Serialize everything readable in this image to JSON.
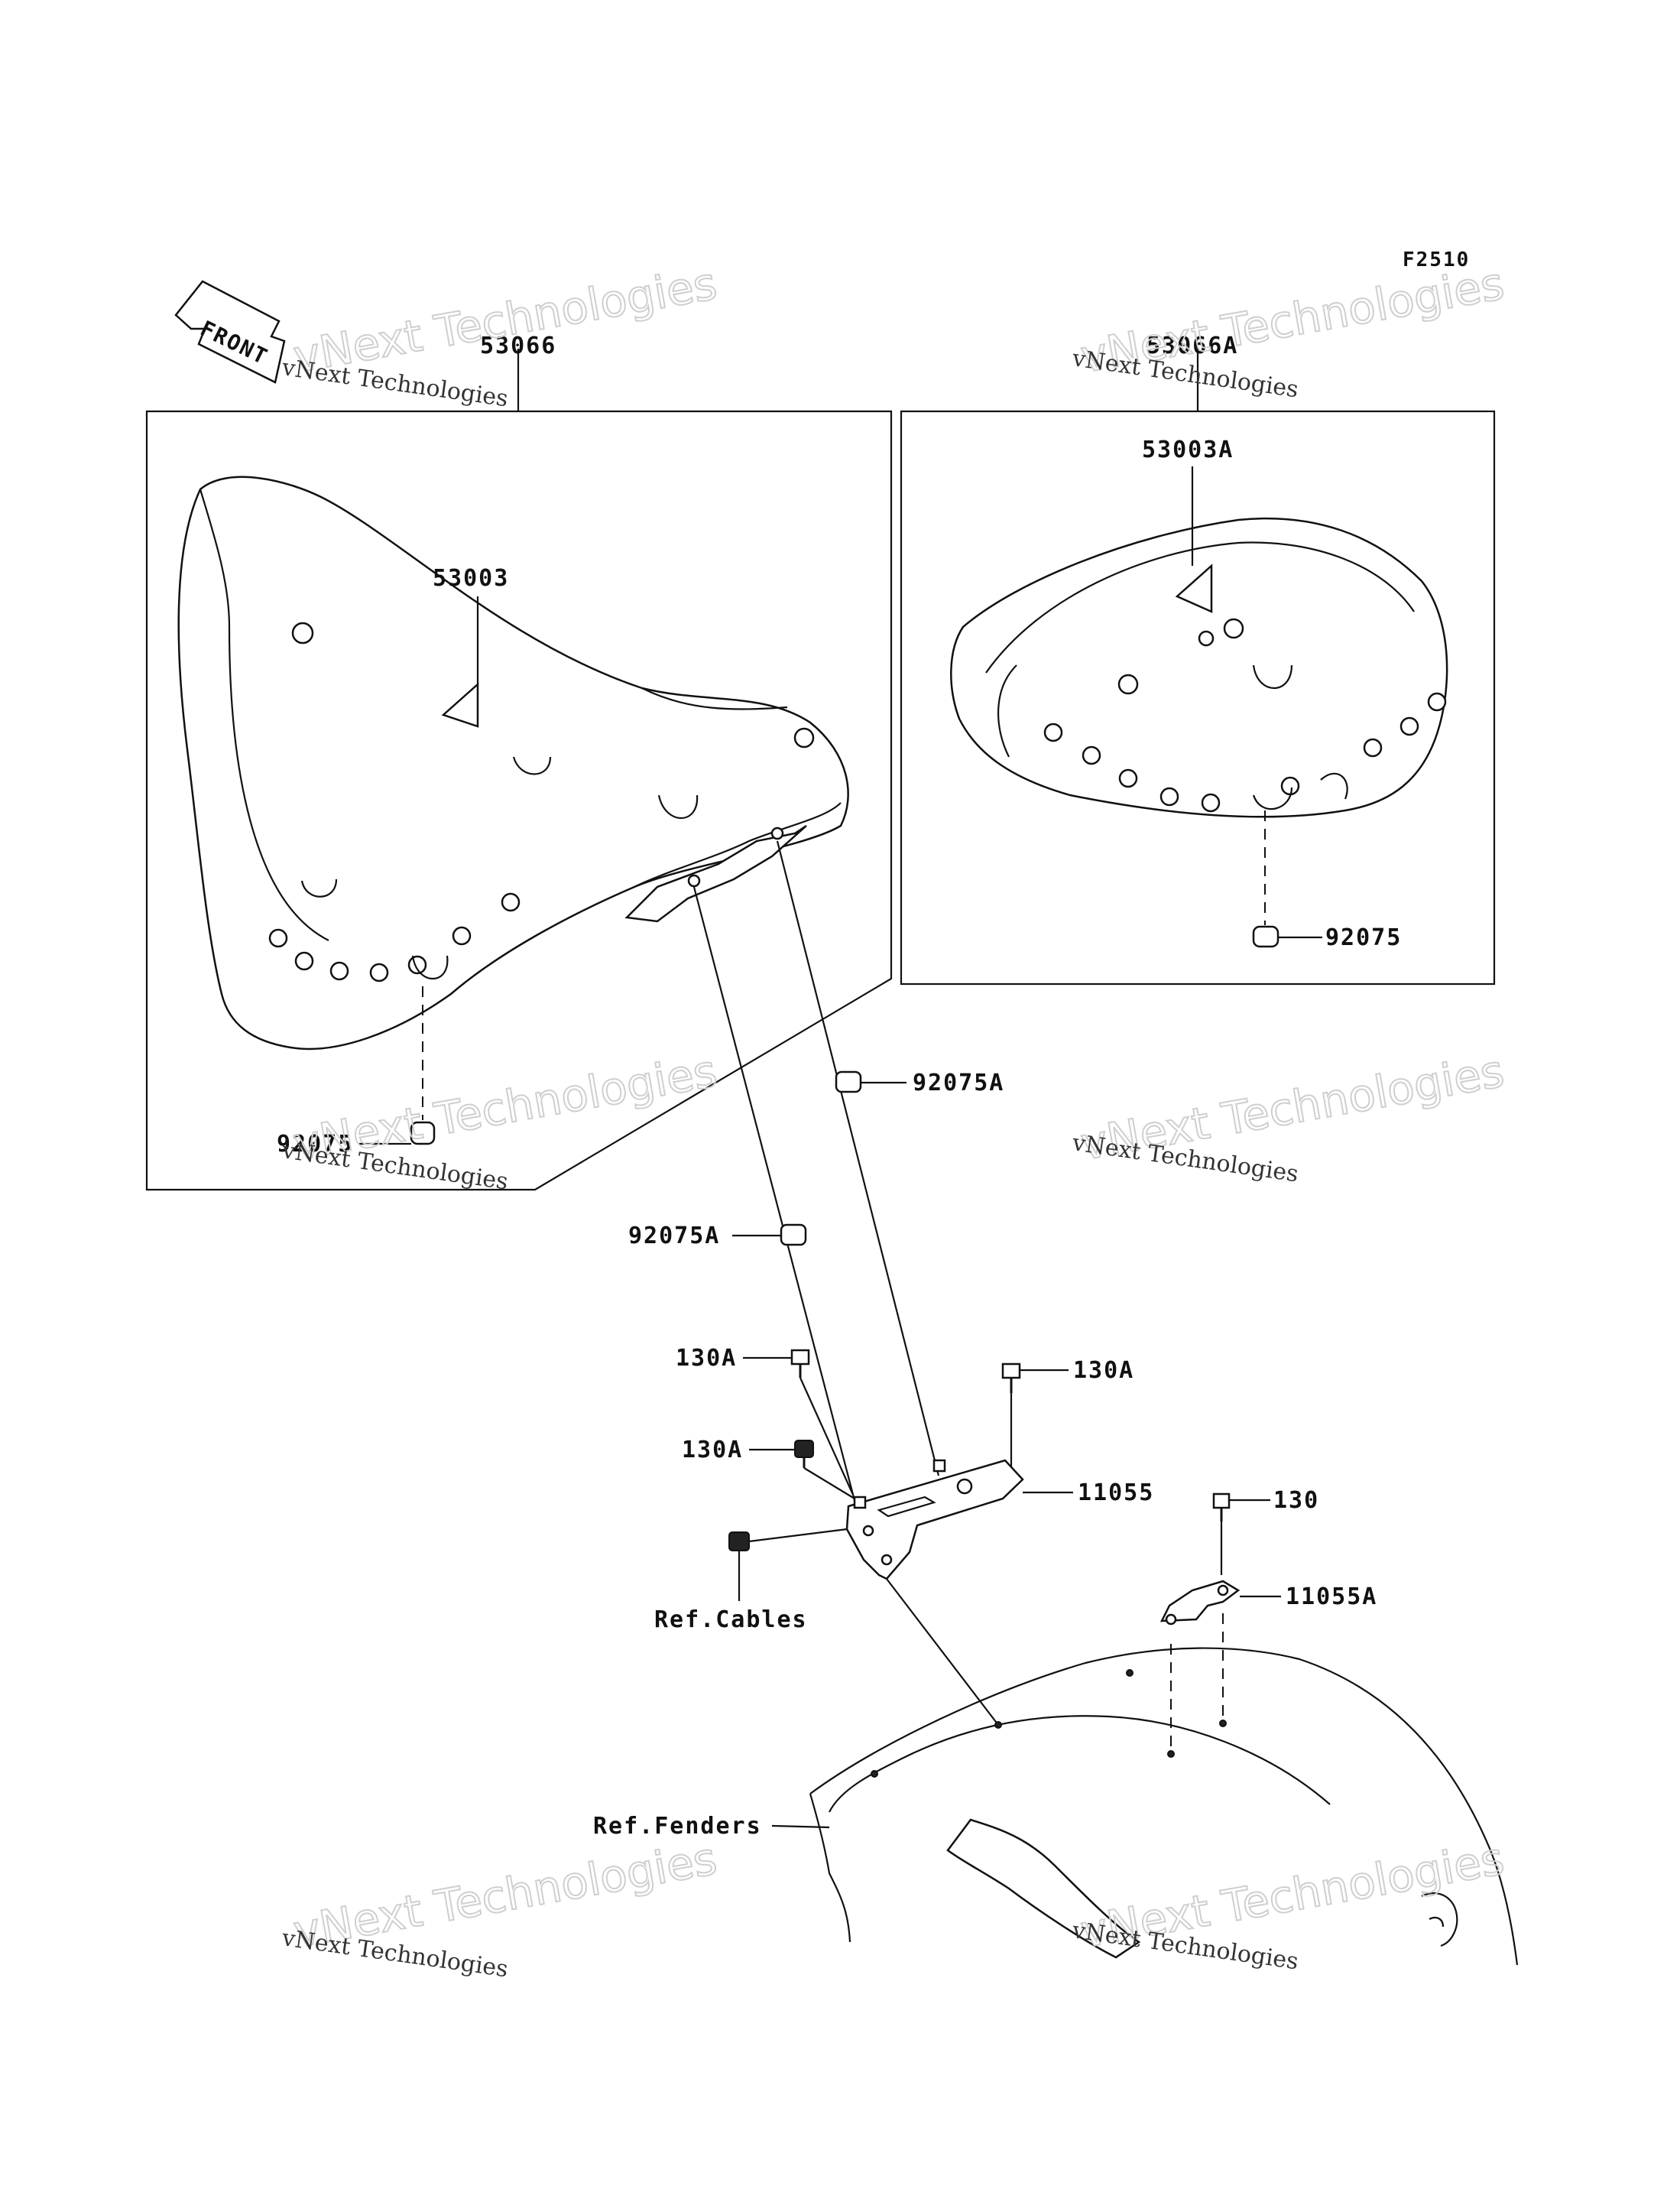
{
  "diagram_code": "F2510",
  "front_arrow_label": "FRONT",
  "watermark": {
    "small": "vNext Technologies",
    "big": "vNext Technologies"
  },
  "labels": {
    "seat_assy_front": "53066",
    "seat_assy_rear": "53066A",
    "seat_cover_front": "53003",
    "seat_cover_rear": "53003A",
    "damper_front": "92075",
    "damper_rear": "92075",
    "damper_a_upper": "92075A",
    "damper_a_lower": "92075A",
    "bolt_a_1": "130A",
    "bolt_a_2": "130A",
    "bolt_a_3": "130A",
    "bolt": "130",
    "bracket": "11055",
    "bracket_a": "11055A",
    "ref_cables": "Ref.Cables",
    "ref_fenders": "Ref.Fenders"
  }
}
